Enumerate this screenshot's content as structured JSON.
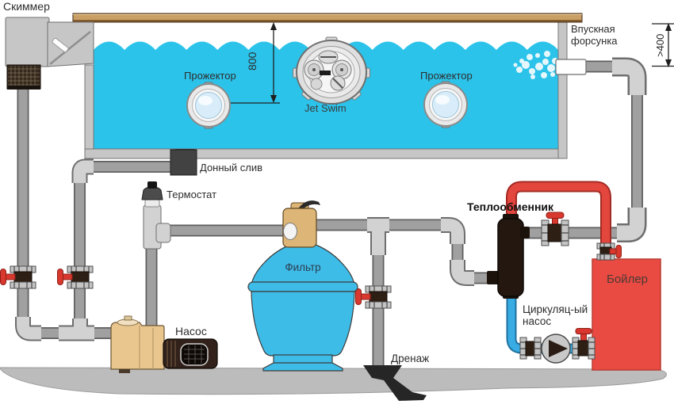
{
  "diagram": {
    "title_context": "Pool filtration and heating piping scheme",
    "labels": {
      "skimmer": "Скиммер",
      "floodlight_left": "Прожектор",
      "floodlight_right": "Прожектор",
      "jet_swim": "Jet Swim",
      "inlet_nozzle_line1": "Впускная",
      "inlet_nozzle_line2": "форсунка",
      "bottom_drain": "Донный слив",
      "thermostat": "Термостат",
      "filter": "Фильтр",
      "pump": "Насос",
      "drainage": "Дренаж",
      "heat_exchanger": "Теплообменник",
      "boiler": "Бойлер",
      "circulation_pump_line1": "Циркуляц-ый",
      "circulation_pump_line2": "насос"
    },
    "dimensions": {
      "depth_to_floodlight": "800",
      "inlet_depth": ">400"
    },
    "colors": {
      "water": "#2cc3ea",
      "deck": "#c99f66",
      "pool_wall": "#c6c6c6",
      "pipe": "#a0a0a0",
      "fitting": "#d2d2d2",
      "pipe_red": "#e2463d",
      "pipe_blue": "#39ace4",
      "boiler": "#e94a41",
      "filter": "#3ebce8",
      "pump_body": "#e9c68e",
      "valve_tan": "#dcb577",
      "valve_handle": "#d8382e",
      "heat_exchanger": "#231710",
      "motor": "#31211a",
      "ground": "#bcbcbc"
    }
  }
}
